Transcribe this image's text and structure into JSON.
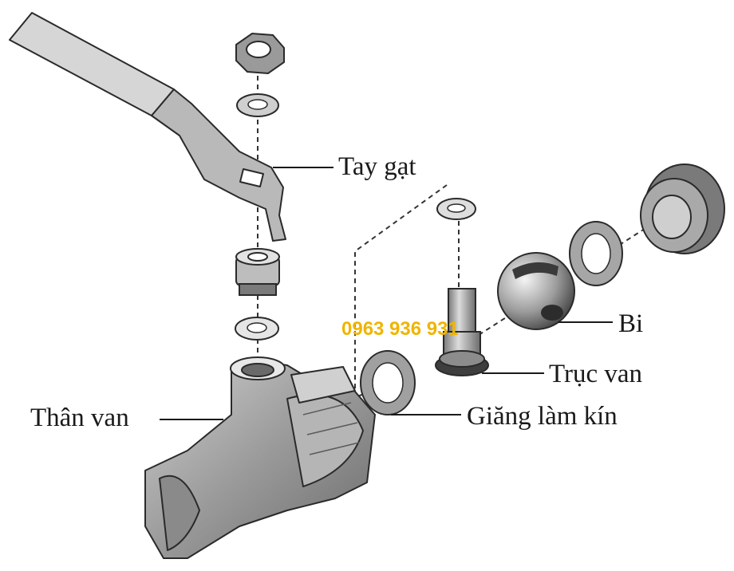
{
  "labels": {
    "handle": "Tay gạt",
    "ball": "Bi",
    "stem": "Trục van",
    "seal": "Giăng làm kín",
    "body": "Thân van"
  },
  "watermark": "0963 936 931",
  "colors": {
    "outline": "#2a2a2a",
    "metal_light": "#d9d9d9",
    "metal_mid": "#a8a8a8",
    "metal_dark": "#5e5e5e",
    "watermark": "#f0b400"
  }
}
